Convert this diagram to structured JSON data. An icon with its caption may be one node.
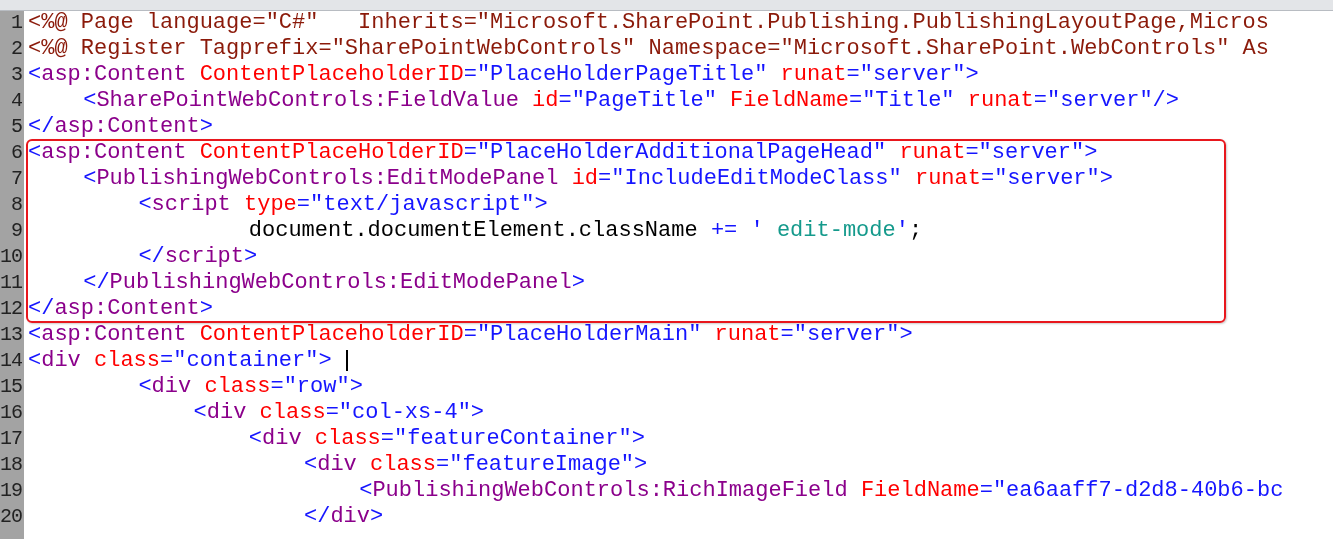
{
  "diagram": {
    "nodes": [
      {
        "text": [
          "<asp:Content ContentPlaceHolderID=\"PlaceHolderAdditionalPageHead\" runat=\"server\">",
          "<PublishingWebControls:EditModePanel id=\"IncludeEditModeClass\" runat=\"server\">",
          "<script type=\"text/javascript\">",
          "document.documentElement.className += ' edit-mode';",
          "</script>",
          "</PublishingWebControls:EditModePanel>",
          "</asp:Content>"
        ]
      }
    ],
    "labels": [
      "1",
      "<%@ Page language=\"C#\"   Inherits=\"Microsoft.SharePoint.Publishing.PublishingLayoutPage,Micros",
      "2",
      "<%@ Register Tagprefix=\"SharePointWebControls\" Namespace=\"Microsoft.SharePoint.WebControls\" As",
      "3",
      "<asp:Content ContentPlaceholderID=\"PlaceHolderPageTitle\" runat=\"server\">",
      "4",
      "<SharePointWebControls:FieldValue id=\"PageTitle\" FieldName=\"Title\" runat=\"server\"/>",
      "5",
      "</asp:Content>",
      "6",
      "7",
      "8",
      "9",
      "10",
      "11",
      "12",
      "13",
      "<asp:Content ContentPlaceholderID=\"PlaceHolderMain\" runat=\"server\">",
      "14",
      "<div class=\"container\">",
      "15",
      "<div class=\"row\">",
      "16",
      "<div class=\"col-xs-4\">",
      "17",
      "<div class=\"featureContainer\">",
      "18",
      "<div class=\"featureImage\">",
      "19",
      "<PublishingWebControls:RichImageField FieldName=\"ea6aaff7-d2d8-40b6-bc",
      "20",
      "</div>"
    ]
  }
}
